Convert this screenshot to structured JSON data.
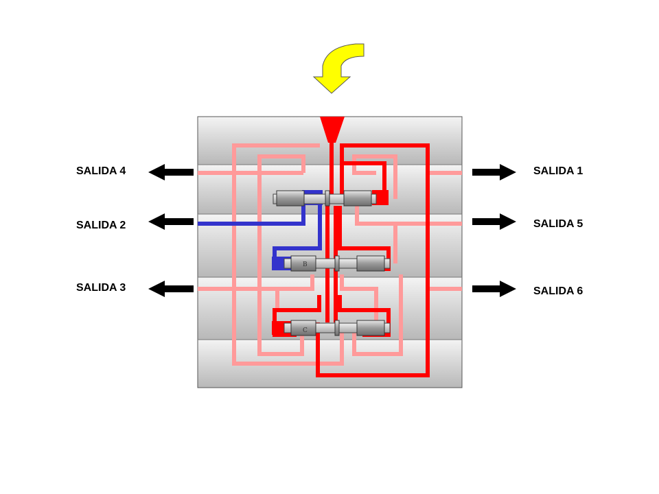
{
  "outputs": {
    "salida1": "SALIDA 1",
    "salida2": "SALIDA 2",
    "salida3": "SALIDA 3",
    "salida4": "SALIDA 4",
    "salida5": "SALIDA 5",
    "salida6": "SALIDA 6"
  },
  "valves": {
    "valve_b": "B",
    "valve_c": "C"
  },
  "colors": {
    "pressure": "#ff0000",
    "pressure_light": "#ff9a9a",
    "exhaust": "#3333cc",
    "inlet_arrow": "#ffff00",
    "output_arrow": "#000000"
  }
}
